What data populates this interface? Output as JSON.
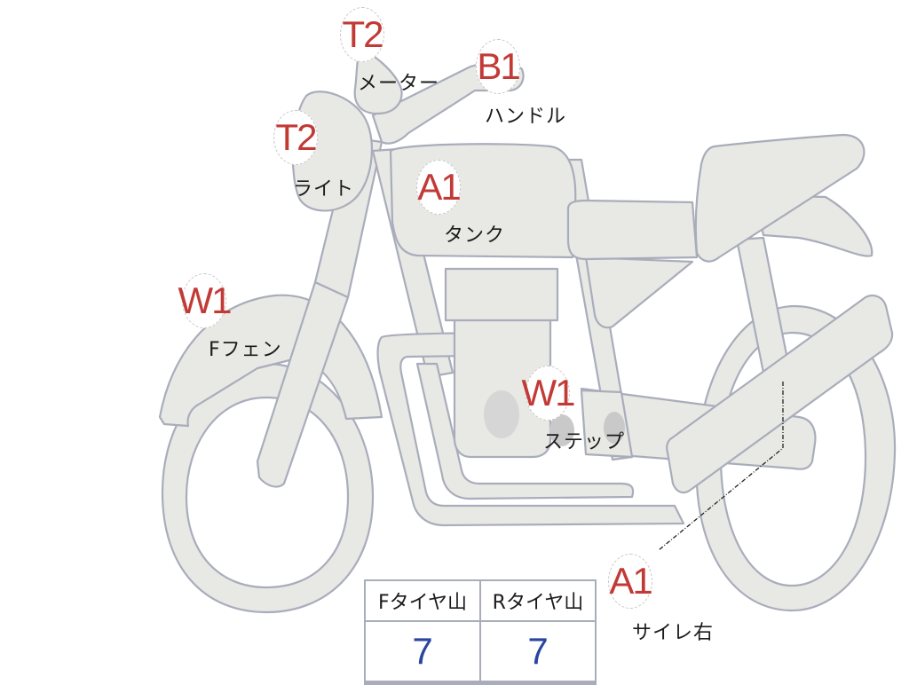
{
  "diagram": {
    "subject": "motorcycle-inspection-diagram",
    "colors": {
      "part_fill": "#e8e8e4",
      "part_stroke": "#a9adbb",
      "grade_text": "#c23a36",
      "value_text": "#2a45a0",
      "label_text": "#1b1b1b"
    },
    "markers": [
      {
        "id": "meter",
        "grade": "T2",
        "label": "メーター"
      },
      {
        "id": "handle",
        "grade": "B1",
        "label": "ハンドル"
      },
      {
        "id": "light",
        "grade": "T2",
        "label": "ライト"
      },
      {
        "id": "tank",
        "grade": "A1",
        "label": "タンク"
      },
      {
        "id": "front-fender",
        "grade": "W1",
        "label": "Fフェン"
      },
      {
        "id": "step",
        "grade": "W1",
        "label": "ステップ"
      },
      {
        "id": "silencer-right",
        "grade": "A1",
        "label": "サイレ右"
      }
    ]
  },
  "tire_table": {
    "headers": [
      "Fタイヤ山",
      "Rタイヤ山"
    ],
    "values": [
      "7",
      "7"
    ]
  }
}
